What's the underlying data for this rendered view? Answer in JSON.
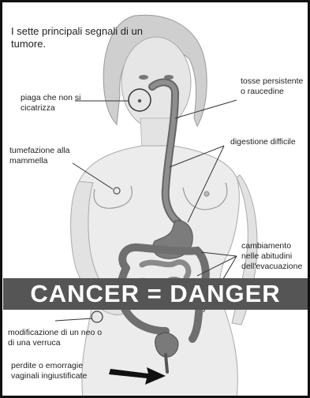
{
  "title": "I sette principali segnali di un tumore.",
  "banner": "CANCER = DANGER",
  "labels": {
    "piaga": "piaga che non si cicatrizza",
    "tosse": "tosse persistente o raucedine",
    "digestione": "digestione difficile",
    "tumefazione": "tumefazione alla mammella",
    "cambiamento": "cambiamento nelle abitudini dell'evacuazione",
    "neo": "modificazione di un neo o di una verruca",
    "perdite": "perdite o emorragie vaginali ingiustificate"
  }
}
